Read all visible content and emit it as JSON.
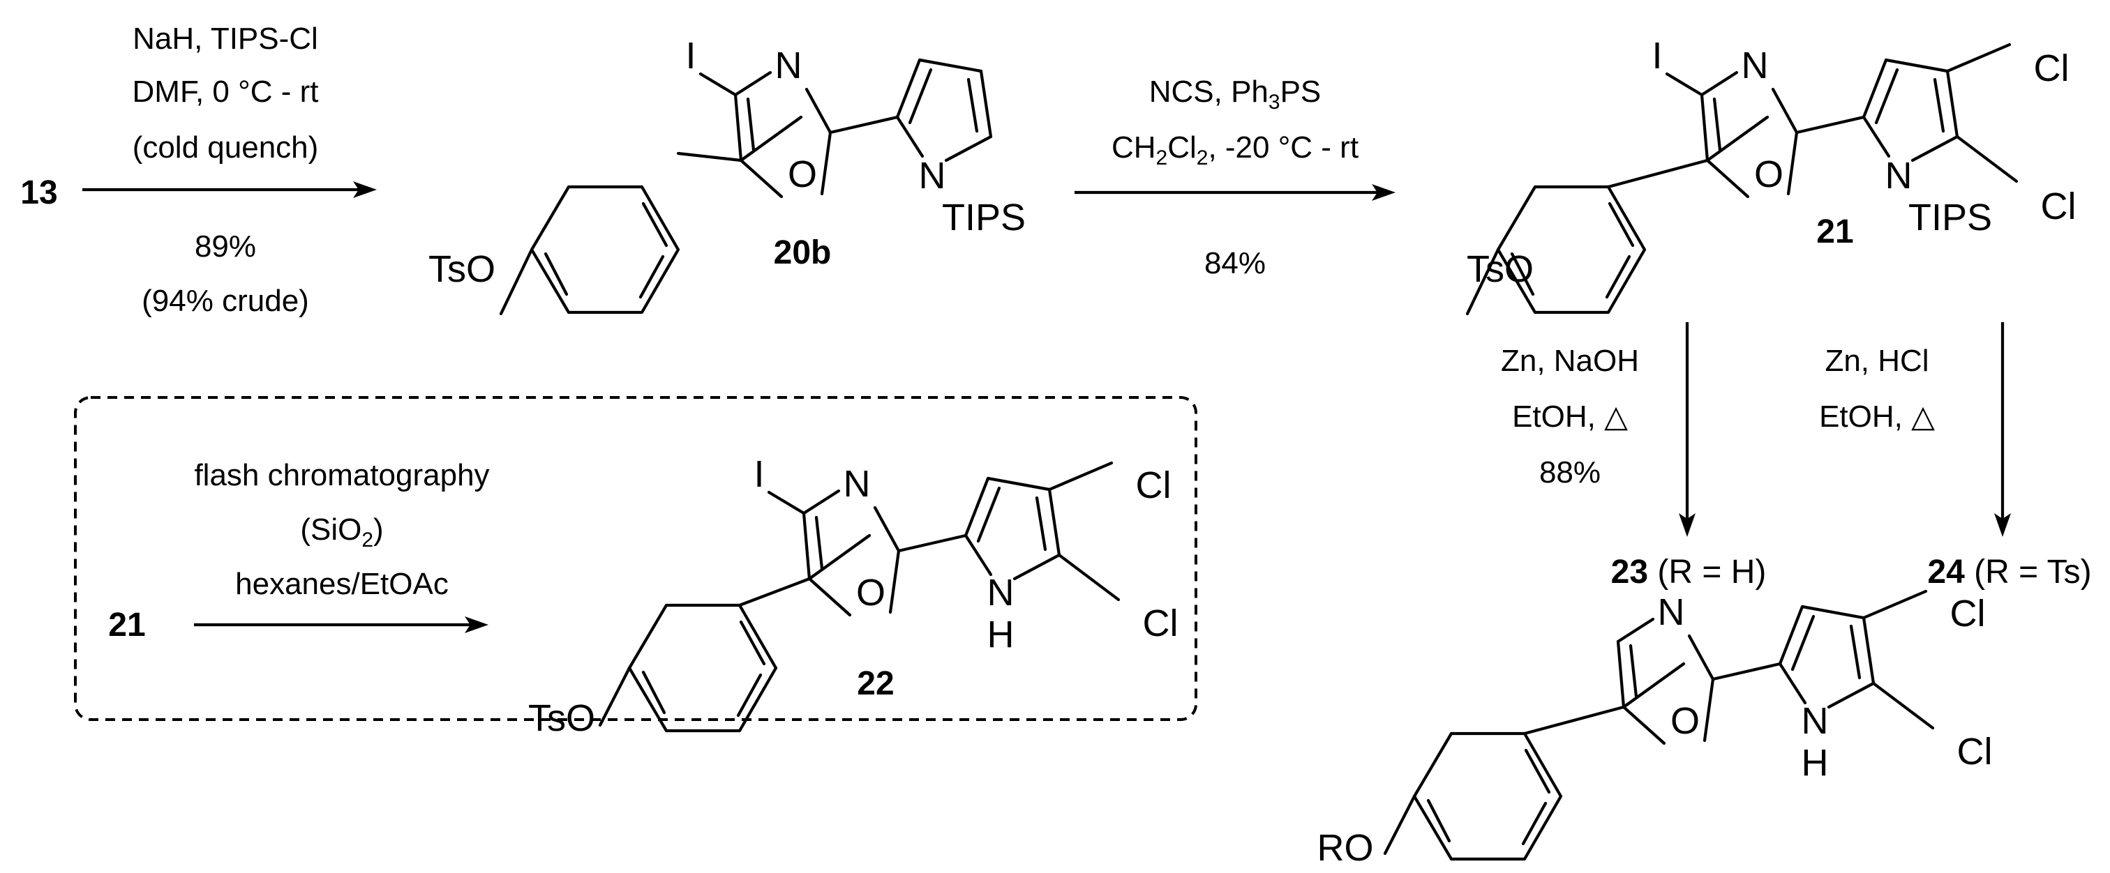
{
  "labels": {
    "c13": "13",
    "c20b": "20b",
    "c21": "21",
    "c21_box": "21",
    "c22": "22",
    "c23": "23",
    "c23_suffix": " (R = H)",
    "c24": "24",
    "c24_suffix": " (R = Ts)"
  },
  "step1": {
    "line1": "NaH, TIPS-Cl",
    "line2": "DMF, 0 °C - rt",
    "line3": "(cold quench)",
    "yield": "89%",
    "crude": "(94% crude)"
  },
  "step2": {
    "reagent_a": "NCS, Ph",
    "reagent_a_sub": "3",
    "reagent_a_end": "PS",
    "solvent_a": "CH",
    "solvent_sub1": "2",
    "solvent_b": "Cl",
    "solvent_sub2": "2",
    "solvent_end": ", -20 °C - rt",
    "yield": "84%"
  },
  "step3a": {
    "line1": "Zn, NaOH",
    "line2": "EtOH, △",
    "yield": "88%"
  },
  "step3b": {
    "line1": "Zn, HCl",
    "line2": "EtOH, △"
  },
  "box": {
    "line1": "flash chromatography",
    "line2a": "(SiO",
    "line2sub": "2",
    "line2b": ")",
    "line3": "hexanes/EtOAc"
  },
  "atoms": {
    "iodo": "I",
    "oxazole_N": "N",
    "oxazole_O": "O",
    "pyrrole_N": "N",
    "pyrrole_NH_N": "N",
    "pyrrole_NH_H": "H",
    "tips": "TIPS",
    "tso": "TsO",
    "ro": "RO",
    "cl": "Cl"
  }
}
